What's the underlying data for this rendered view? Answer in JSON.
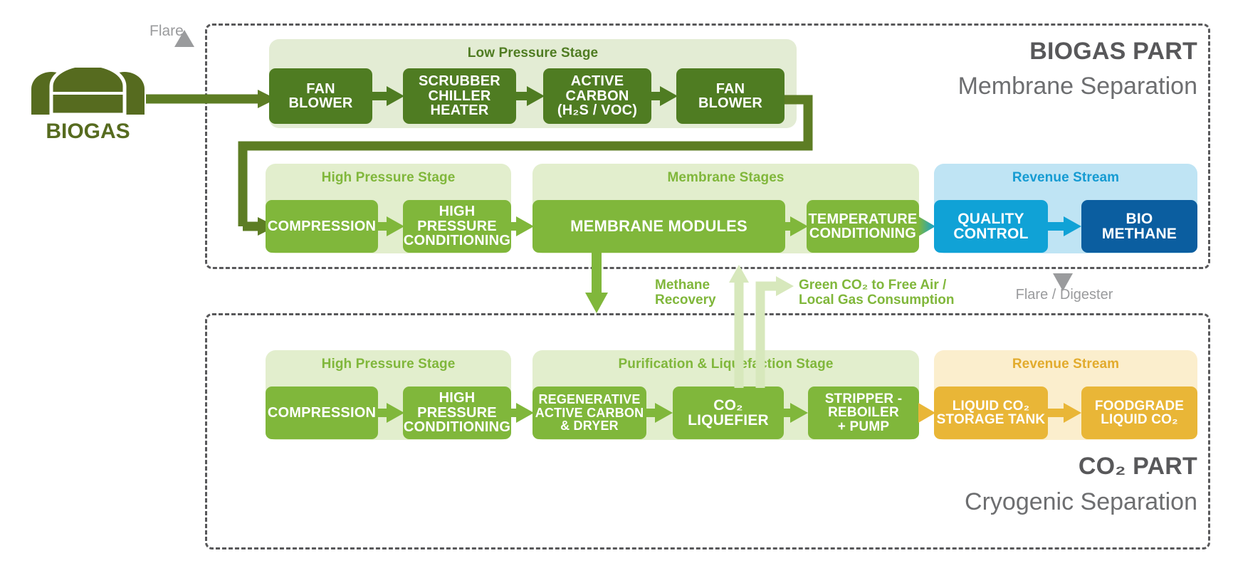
{
  "source": {
    "label": "BIOGAS",
    "flare_label": "Flare"
  },
  "sections": [
    {
      "id": "biogas-part",
      "title": "BIOGAS PART",
      "subtitle": "Membrane Separation"
    },
    {
      "id": "co2-part",
      "title": "CO₂ PART",
      "subtitle": "Cryogenic Separation"
    }
  ],
  "stages": {
    "low_pressure": {
      "title": "Low Pressure Stage",
      "boxes": [
        {
          "label": "FAN\nBLOWER"
        },
        {
          "label": "SCRUBBER\nCHILLER\nHEATER"
        },
        {
          "label": "ACTIVE\nCARBON\n(H₂S / VOC)"
        },
        {
          "label": "FAN\nBLOWER"
        }
      ]
    },
    "high_pressure_biogas": {
      "title": "High Pressure Stage",
      "boxes": [
        {
          "label": "COMPRESSION"
        },
        {
          "label": "HIGH\nPRESSURE\nCONDITIONING"
        }
      ]
    },
    "membrane": {
      "title": "Membrane Stages",
      "boxes": [
        {
          "label": "MEMBRANE MODULES"
        },
        {
          "label": "TEMPERATURE\nCONDITIONING"
        }
      ]
    },
    "revenue_biogas": {
      "title": "Revenue Stream",
      "boxes": [
        {
          "label": "QUALITY\nCONTROL"
        },
        {
          "label": "BIO\nMETHANE"
        }
      ]
    },
    "high_pressure_co2": {
      "title": "High Pressure Stage",
      "boxes": [
        {
          "label": "COMPRESSION"
        },
        {
          "label": "HIGH\nPRESSURE\nCONDITIONING"
        }
      ]
    },
    "purification": {
      "title": "Purification & Liquefaction Stage",
      "boxes": [
        {
          "label": "REGENERATIVE\nACTIVE CARBON\n& DRYER"
        },
        {
          "label": "CO₂\nLIQUEFIER"
        },
        {
          "label": "STRIPPER -\nREBOILER\n+ PUMP"
        }
      ]
    },
    "revenue_co2": {
      "title": "Revenue Stream",
      "boxes": [
        {
          "label": "LIQUID CO₂\nSTORAGE TANK"
        },
        {
          "label": "FOODGRADE\nLIQUID CO₂"
        }
      ]
    }
  },
  "connector_labels": {
    "methane_recovery": "Methane\nRecovery",
    "green_co2": "Green CO₂ to Free Air /\nLocal Gas Consumption",
    "flare_digester": "Flare / Digester"
  },
  "colors": {
    "dark_green": "#4f7c22",
    "light_green": "#80b73b",
    "pale_green": "#e2eecd",
    "cyan": "#10a2d6",
    "navy": "#0b5ea0",
    "pale_blue": "#bfe4f4",
    "amber": "#e9b637",
    "pale_amber": "#fbeecd",
    "grey": "#9a9b9d",
    "dashed_border": "#58585a"
  }
}
